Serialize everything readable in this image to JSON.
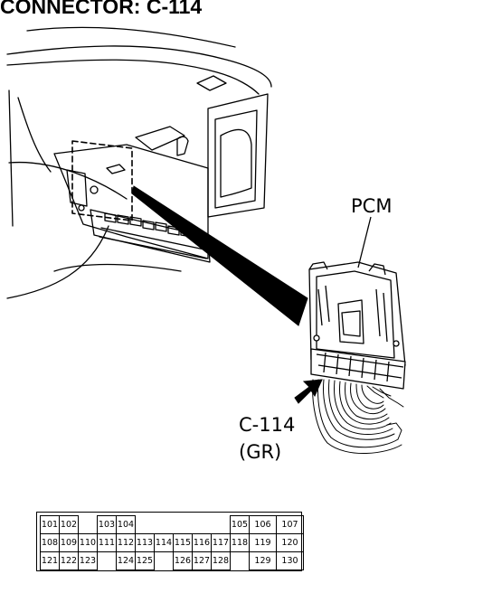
{
  "title": "CONNECTOR: C-114",
  "callouts": {
    "module": "PCM",
    "connector_id": "C-114",
    "connector_color": "(GR)"
  },
  "pinout": {
    "rows": [
      [
        "101",
        "102",
        "",
        "103",
        "104",
        "",
        "",
        "",
        "",
        "",
        "105",
        "106",
        "107"
      ],
      [
        "108",
        "109",
        "110",
        "111",
        "112",
        "113",
        "114",
        "115",
        "116",
        "117",
        "118",
        "119",
        "120"
      ],
      [
        "121",
        "122",
        "123",
        "",
        "124",
        "125",
        "",
        "126",
        "127",
        "128",
        "",
        "129",
        "130"
      ]
    ]
  }
}
